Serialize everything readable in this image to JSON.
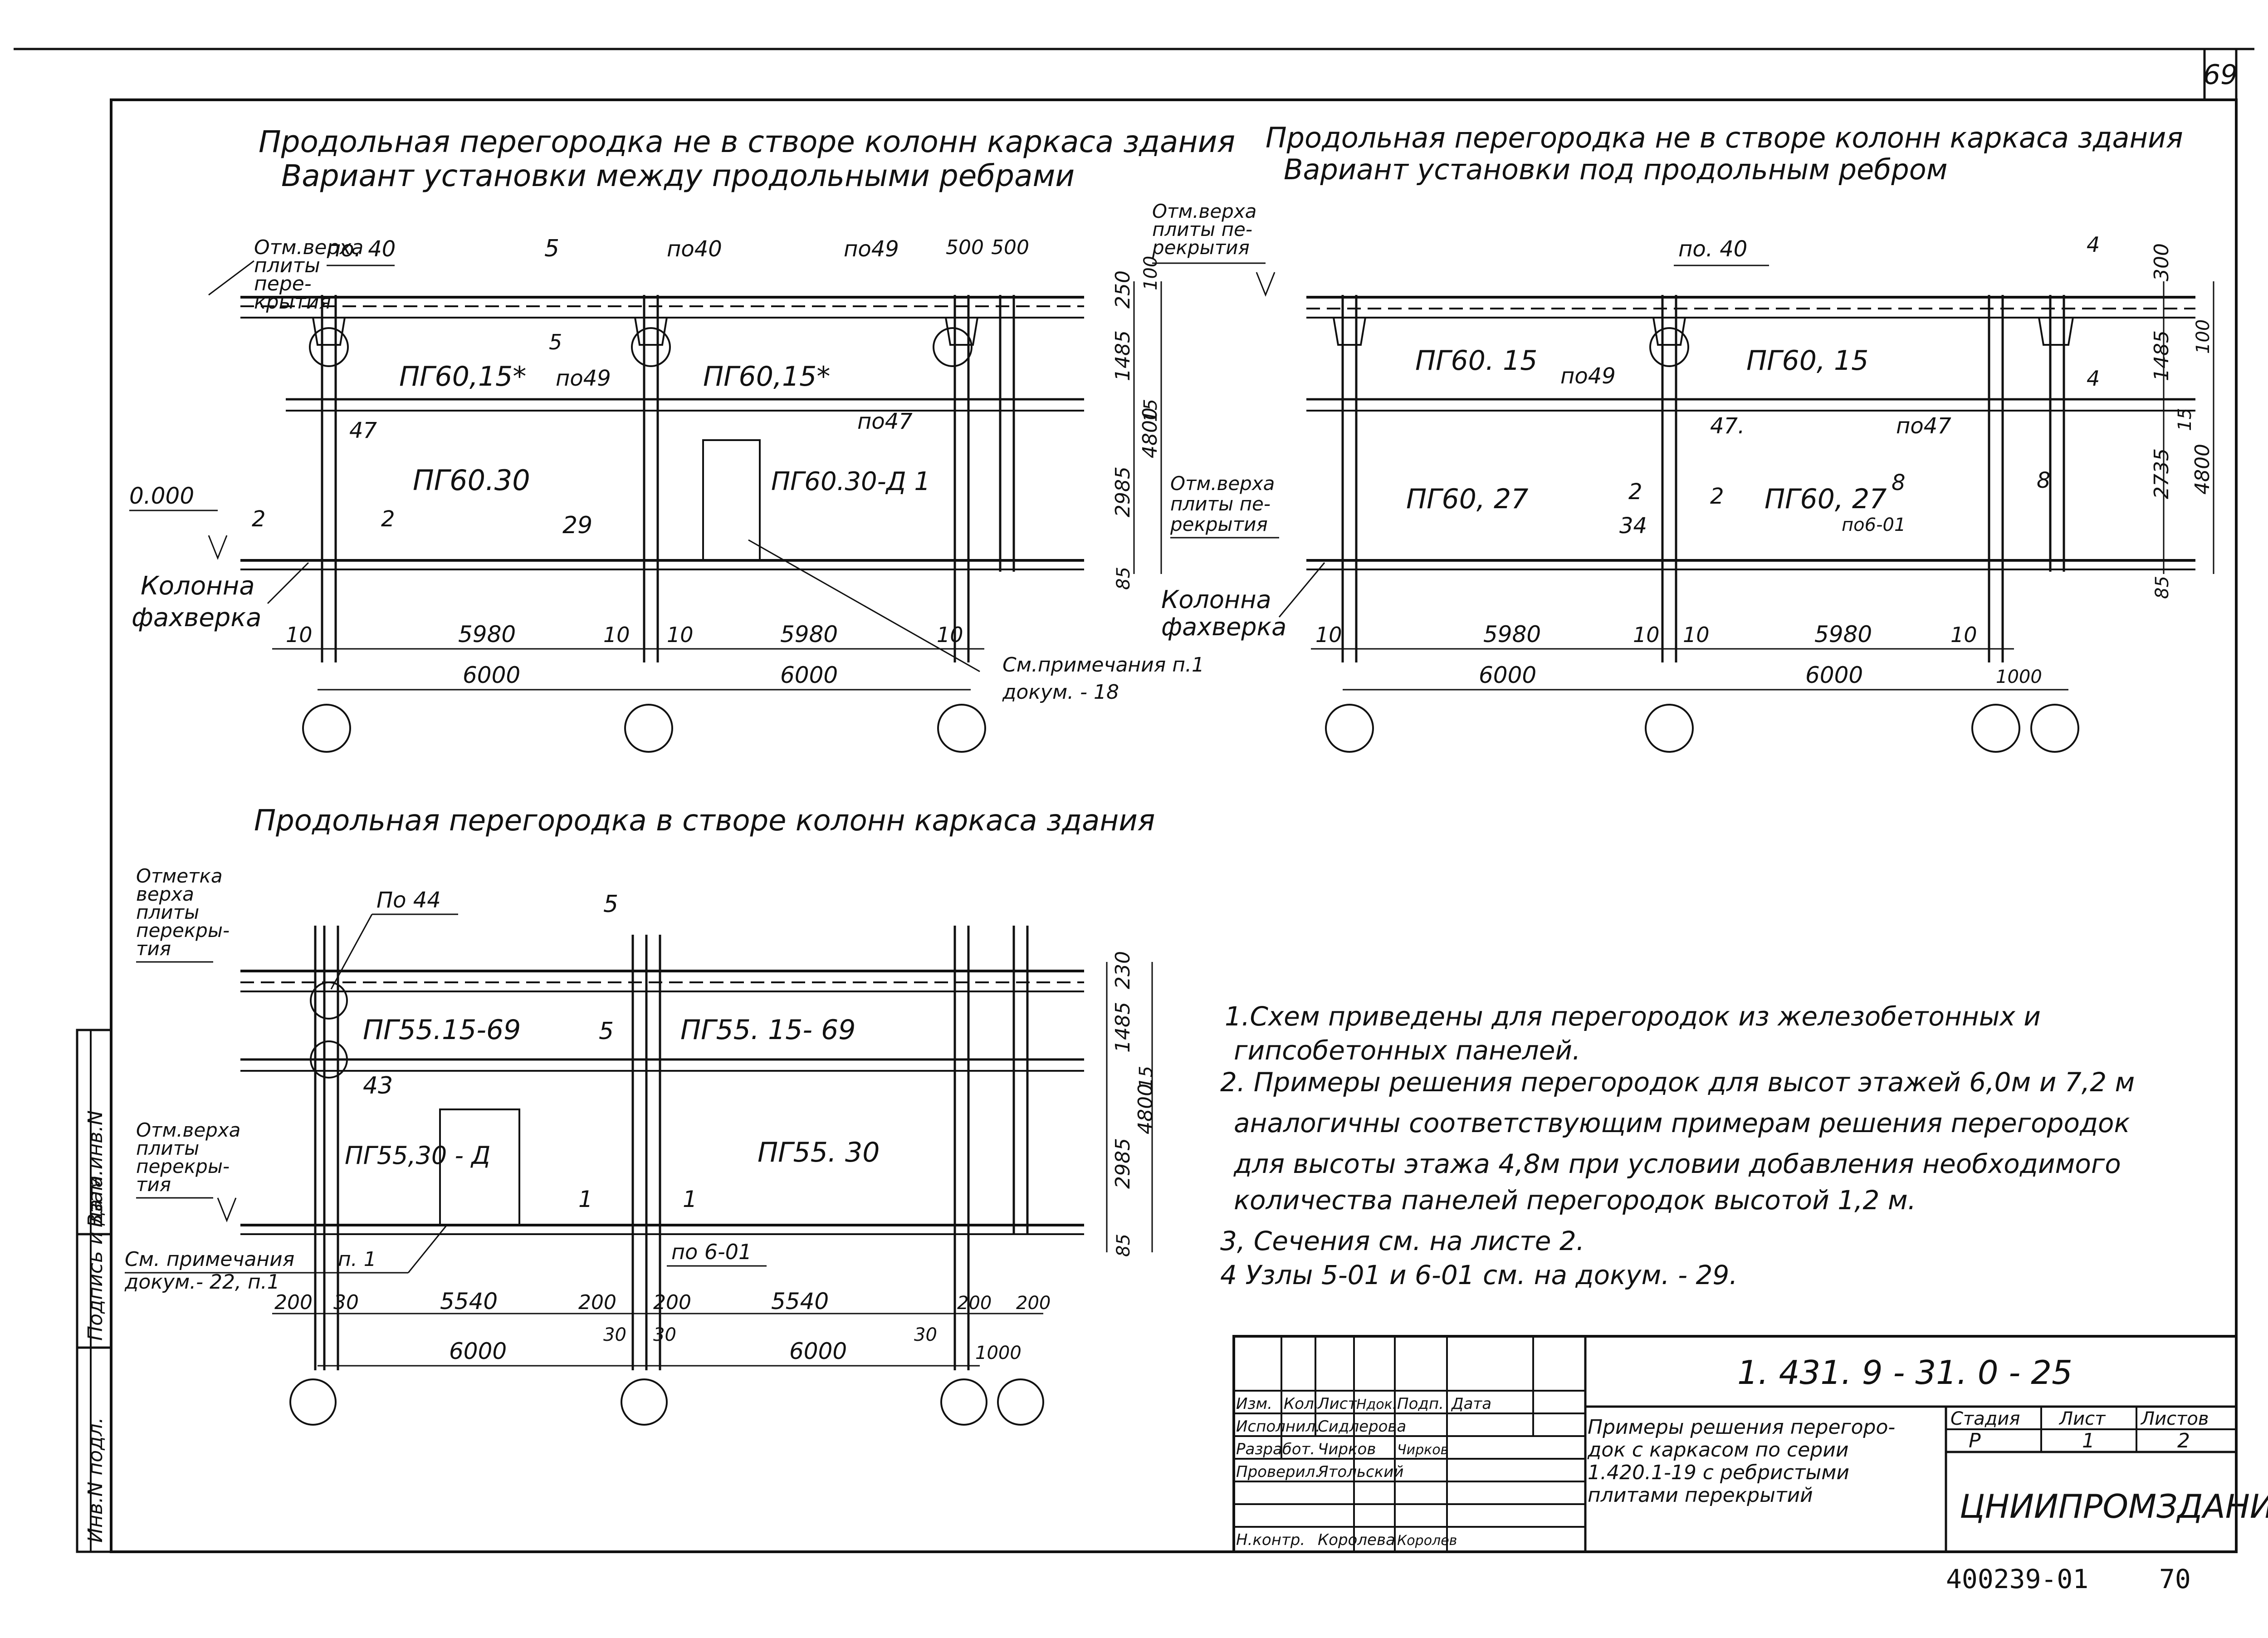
{
  "sheet": {
    "number": "69",
    "bottom_code": "400239-01",
    "bottom_page": "70"
  },
  "view_top_left": {
    "title_line1": "Продольная перегородка не в створе колонн каркаса здания",
    "title_line2": "Вариант установки между продольными ребрами",
    "level_label_1": "Отм.верха",
    "level_label_2": "плиты",
    "level_label_3": "пере-",
    "level_label_4": "крытия",
    "zero_level": "0.000",
    "column_label_1": "Колонна",
    "column_label_2": "фахверка",
    "node_40a": "по. 40",
    "node_40b": "по40",
    "node_49a": "по49",
    "node_49b": "по49",
    "node_47a": "47",
    "node_47b": "по47",
    "section_5": "5",
    "section_2": "2",
    "node_29": "29",
    "panel_top_1": "ПГ60,15*",
    "panel_top_2": "ПГ60,15*",
    "panel_main_1": "ПГ60.30",
    "panel_main_2": "ПГ60.30-Д 1",
    "dim_500a": "500",
    "dim_500b": "500",
    "dim_250": "250",
    "dim_100": "100",
    "dim_1485": "1485",
    "dim_15": "15",
    "dim_4800": "4800",
    "dim_2985": "2985",
    "dim_85": "85",
    "dim_10": "10",
    "dim_5980": "5980",
    "dim_6000": "6000",
    "note_ref_1": "См.примечания  п.1",
    "note_ref_2": "докум. - 18"
  },
  "view_top_right": {
    "title_line1": "Продольная перегородка не в створе колонн каркаса здания",
    "title_line2": "Вариант установки под продольным  ребром",
    "level_label_1": "Отм.верха",
    "level_label_2": "плиты пе-",
    "level_label_3": "рекрытия",
    "level_label_b1": "Отм.верха",
    "level_label_b2": "плиты пе-",
    "level_label_b3": "рекрытия",
    "column_label_1": "Колонна",
    "column_label_2": "фахверка",
    "node_40": "по. 40",
    "node_49": "по49",
    "node_47a": "47.",
    "node_47b": "по47",
    "node_34": "34",
    "node_6_01": "по6-01",
    "section_2": "2",
    "section_8": "8",
    "section_4": "4",
    "panel_top_1": "ПГ60. 15",
    "panel_top_2": "ПГ60, 15",
    "panel_main_1": "ПГ60, 27",
    "panel_main_2": "ПГ60, 27",
    "dim_300": "300",
    "dim_100": "100",
    "dim_1485": "1485",
    "dim_15": "15",
    "dim_4800": "4800",
    "dim_2735": "2735",
    "dim_85": "85",
    "dim_10": "10",
    "dim_5980": "5980",
    "dim_6000": "6000",
    "dim_1000": "1000"
  },
  "view_bottom": {
    "title": "Продольная   перегородка   в створе   колонн каркаса здания",
    "level_label_1": "Отметка",
    "level_label_2": "верха",
    "level_label_3": "плиты",
    "level_label_4": "перекры-",
    "level_label_5": "тия",
    "level_label_b1": "Отм.верха",
    "level_label_b2": "плиты",
    "level_label_b3": "перекры-",
    "level_label_b4": "тия",
    "node_44": "По 44",
    "node_43": "43",
    "node_6_01": "по 6-01",
    "section_5": "5",
    "section_1": "1",
    "panel_top_1": "ПГ55.15-69",
    "panel_top_2": "ПГ55. 15- 69",
    "panel_main_1": "ПГ55,30 - Д",
    "panel_main_2": "ПГ55. 30",
    "note_ref_1": "См. примечания",
    "note_ref_2": "докум.- 22, п.1",
    "note_ref_3": "п. 1",
    "dim_230": "230",
    "dim_1485": "1485",
    "dim_15": "15",
    "dim_4800": "4800",
    "dim_2985": "2985",
    "dim_85": "85",
    "dim_200": "200",
    "dim_30": "30",
    "dim_5540": "5540",
    "dim_6000": "6000",
    "dim_1000": "1000"
  },
  "notes": {
    "line1": "1.Схем приведены  для  перегородок  из  железобетонных  и",
    "line2": "гипсобетонных  панелей.",
    "line3": "2. Примеры  решения  перегородок  для  высот  этажей  6,0м и 7,2 м",
    "line4": "аналогичны соответствующим примерам решения перегородок",
    "line5": "для  высоты  этажа  4,8м  при условии  добавления  необходимого",
    "line6": "количества  панелей  перегородок   высотой  1,2 м.",
    "line7": "3, Сечения   см.  на  листе  2.",
    "line8": "4 Узлы  5-01 и  6-01  см.  на  докум. - 29."
  },
  "title_block": {
    "doc_code": "1. 431. 9 - 31. 0 - 25",
    "h_izm": "Изм.",
    "h_kol": "Кол.",
    "h_list": "Лист",
    "h_ndok": "Ндок.",
    "h_podp": "Подп.",
    "h_data": "Дата",
    "r1_role": "Исполнил.",
    "r1_name": "Сидлерова",
    "r2_role": "Разработ.",
    "r2_name": "Чирков",
    "r2_sign": "Чирков",
    "r3_role": "Проверил.",
    "r3_name": "Ятольский",
    "r4_role": "Н.контр.",
    "r4_name": "Королева",
    "r4_sign": "Королев",
    "description_1": "Примеры решения перегоро-",
    "description_2": "док с каркасом  по серии",
    "description_3": "1.420.1-19  с ребристыми",
    "description_4": "плитами  перекрытий",
    "h_stadia": "Стадия",
    "h_sheet": "Лист",
    "h_sheets": "Листов",
    "stadia": "Р",
    "sheet": "1",
    "sheets": "2",
    "organization": "ЦНИИПРОМЗДАНИЙ"
  },
  "side_stamp": {
    "inv_podl": "Инв.N подл.",
    "podp_data": "Подпись и дата",
    "vzam_inv": "Взам.инв.N"
  }
}
